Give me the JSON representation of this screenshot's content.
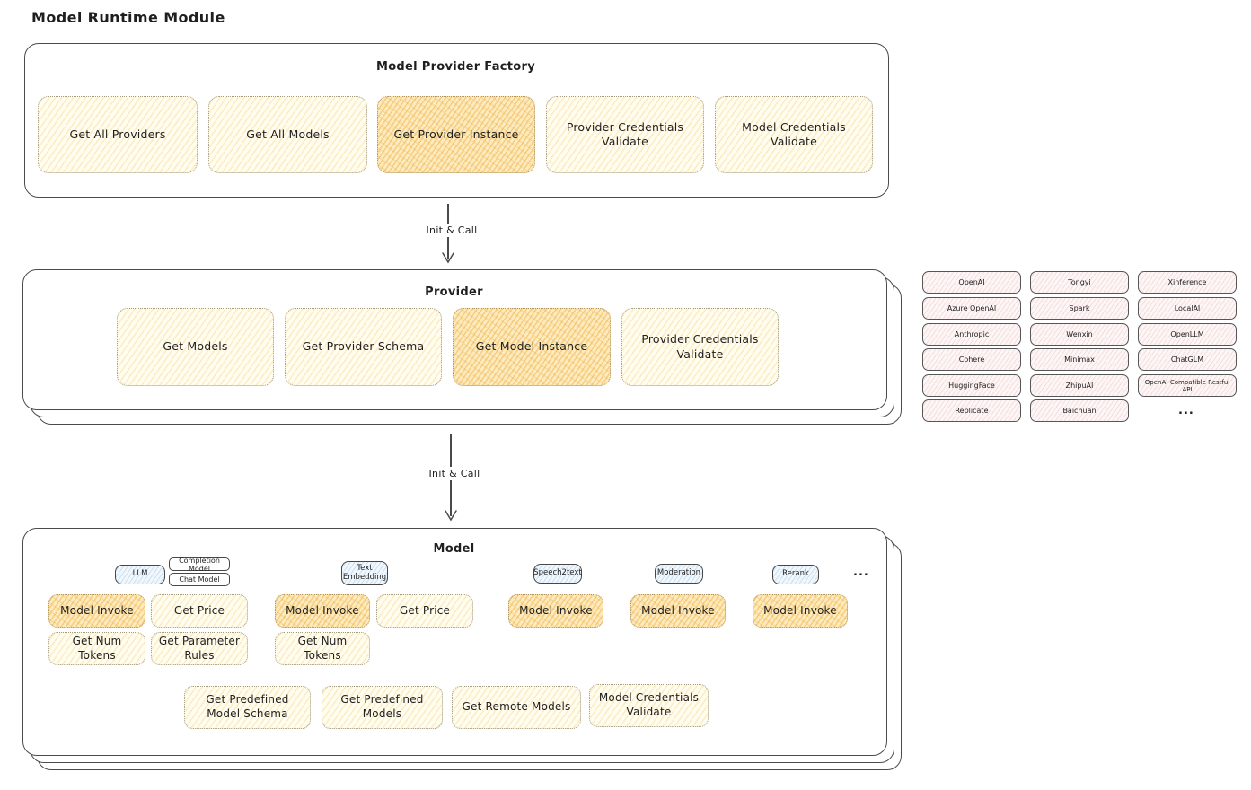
{
  "title": "Model Runtime Module",
  "factory": {
    "title": "Model Provider Factory",
    "buttons": [
      {
        "label": "Get All Providers",
        "highlighted": false
      },
      {
        "label": "Get All Models",
        "highlighted": false
      },
      {
        "label": "Get Provider Instance",
        "highlighted": true
      },
      {
        "label": "Provider Credentials Validate",
        "highlighted": false
      },
      {
        "label": "Model Credentials Validate",
        "highlighted": false
      }
    ]
  },
  "arrow1": {
    "label": "Init & Call"
  },
  "arrow2": {
    "label": "Init & Call"
  },
  "provider": {
    "title": "Provider",
    "buttons": [
      {
        "label": "Get Models",
        "highlighted": false
      },
      {
        "label": "Get Provider Schema",
        "highlighted": false
      },
      {
        "label": "Get Model Instance",
        "highlighted": true
      },
      {
        "label": "Provider Credentials Validate",
        "highlighted": false
      }
    ]
  },
  "providers_grid": {
    "items": [
      "OpenAI",
      "Tongyi",
      "Xinference",
      "Azure OpenAI",
      "Spark",
      "LocalAI",
      "Anthropic",
      "Wenxin",
      "OpenLLM",
      "Cohere",
      "Minimax",
      "ChatGLM",
      "HuggingFace",
      "ZhipuAI",
      "OpenAI-Compatible Restful API",
      "Replicate",
      "Baichuan"
    ],
    "more": "..."
  },
  "model": {
    "title": "Model",
    "tabs": {
      "llm": "LLM",
      "completion": "Completion Model",
      "chat": "Chat Model",
      "text_embedding": "Text Embedding",
      "speech2text": "Speech2text",
      "moderation": "Moderation",
      "rerank": "Rerank",
      "more": "..."
    },
    "llm": {
      "invoke": "Model Invoke",
      "price": "Get Price",
      "tokens": "Get Num Tokens",
      "params": "Get Parameter Rules"
    },
    "text_embedding": {
      "invoke": "Model Invoke",
      "price": "Get Price",
      "tokens": "Get Num Tokens"
    },
    "speech2text": {
      "invoke": "Model Invoke"
    },
    "moderation": {
      "invoke": "Model Invoke"
    },
    "rerank": {
      "invoke": "Model Invoke"
    },
    "shared": {
      "schema": "Get Predefined Model Schema",
      "predefined": "Get Predefined Models",
      "remote": "Get Remote Models",
      "validate": "Model Credentials Validate"
    }
  },
  "colors": {
    "highlight_orange": "#f0a526",
    "light_yellow": "#fffcf0",
    "provider_pink": "#fdf6f6",
    "tab_blue": "#f0f7fd",
    "ink": "#1f1f1f"
  }
}
